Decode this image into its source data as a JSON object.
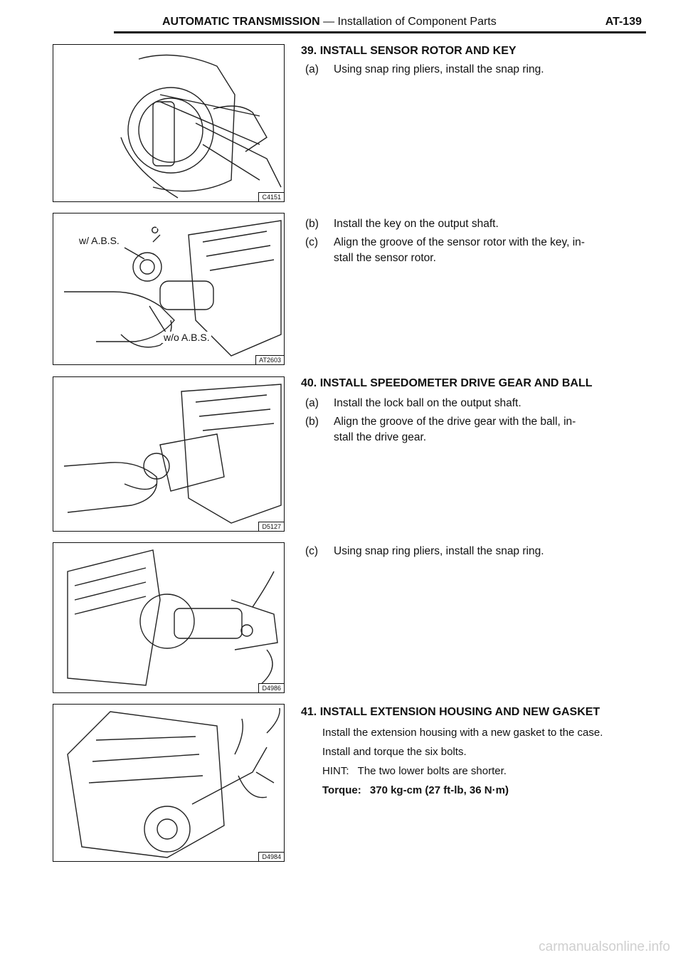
{
  "header": {
    "section": "AUTOMATIC TRANSMISSION",
    "subsection": " — Installation of Component Parts",
    "page": "AT-139"
  },
  "figures": [
    {
      "code": "C4151",
      "callouts": []
    },
    {
      "code": "AT2603",
      "callouts": [
        "w/ A.B.S.",
        "w/o A.B.S."
      ]
    },
    {
      "code": "D5127",
      "callouts": []
    },
    {
      "code": "D4986",
      "callouts": []
    },
    {
      "code": "D4984",
      "callouts": []
    }
  ],
  "steps": {
    "s39": {
      "title": "39. INSTALL SENSOR ROTOR AND KEY",
      "a": {
        "label": "(a)",
        "text": "Using snap ring pliers, install the snap ring."
      },
      "b": {
        "label": "(b)",
        "text": "Install the key on the output shaft."
      },
      "c": {
        "label": "(c)",
        "text": "Align the groove of the sensor rotor with the key, in-",
        "cont": "stall the sensor rotor."
      }
    },
    "s40": {
      "title": "40. INSTALL SPEEDOMETER DRIVE GEAR AND BALL",
      "a": {
        "label": "(a)",
        "text": "Install the lock ball on the output shaft."
      },
      "b": {
        "label": "(b)",
        "text": "Align the groove of the drive gear with the ball, in-",
        "cont": "stall the drive gear."
      },
      "c": {
        "label": "(c)",
        "text": "Using snap ring pliers, install the snap ring."
      }
    },
    "s41": {
      "title": "41. INSTALL EXTENSION HOUSING AND NEW GASKET",
      "p1": "Install the extension housing with a new gasket to the case.",
      "p2": "Install and torque the six bolts.",
      "hint_label": "HINT:",
      "hint_text": "The two lower bolts are shorter.",
      "torque_label": "Torque:",
      "torque_value": "370 kg-cm (27 ft-lb, 36 N·m)"
    }
  },
  "watermark": "carmanualsonline.info"
}
